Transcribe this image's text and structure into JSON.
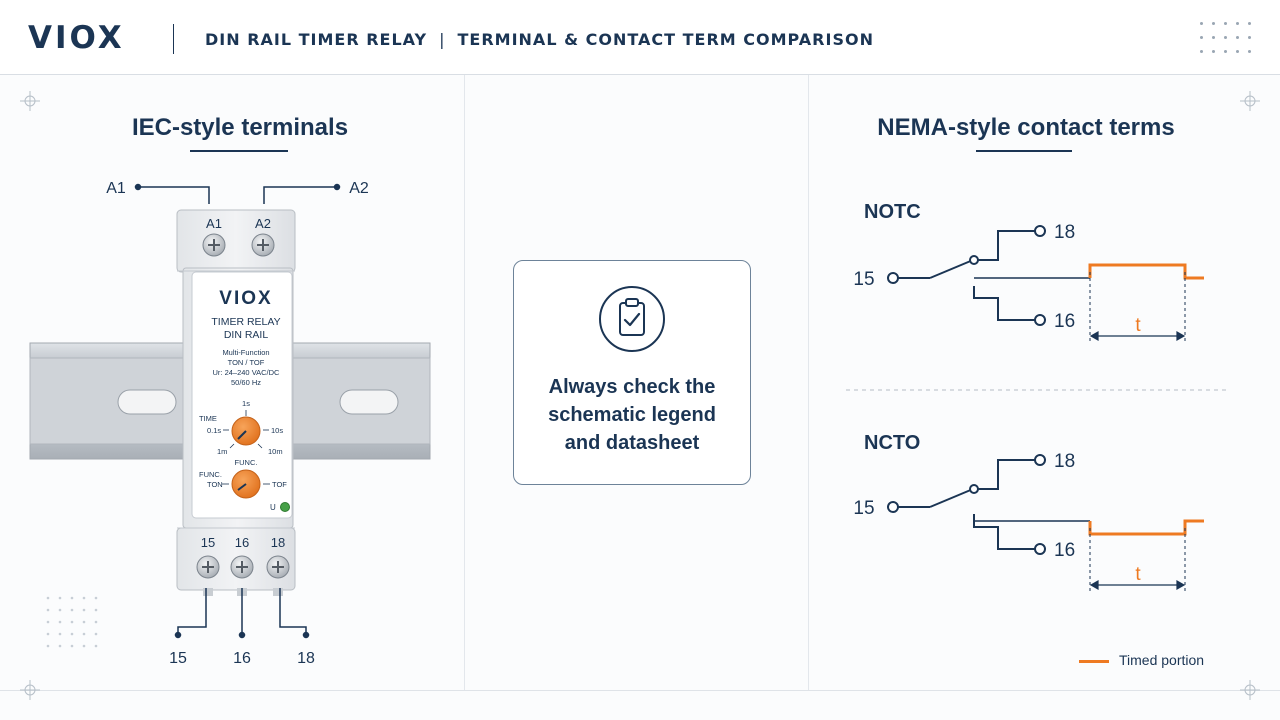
{
  "header": {
    "logo": "VIOX",
    "title_part1": "DIN RAIL TIMER RELAY",
    "separator": "|",
    "title_part2": "TERMINAL & CONTACT TERM COMPARISON"
  },
  "left": {
    "title": "IEC-style terminals",
    "top_terminals": [
      "A1",
      "A2"
    ],
    "bottom_terminals": [
      "15",
      "16",
      "18"
    ],
    "device": {
      "logo": "VIOX",
      "line1": "TIMER RELAY",
      "line2": "DIN RAIL",
      "spec1": "Multi-Function",
      "spec2": "TON / TOF",
      "spec3": "Ur: 24–240 VAC/DC",
      "spec4": "50/60 Hz",
      "time_label": "TIME",
      "time_1s": "1s",
      "time_01s": "0.1s",
      "time_10s": "10s",
      "time_1m": "1m",
      "time_10m": "10m",
      "func_label": "FUNC.",
      "func_label2": "FUNC.",
      "func_ton": "TON",
      "func_tof": "TOF",
      "u_label": "U"
    }
  },
  "middle": {
    "callout_line1": "Always check the",
    "callout_line2": "schematic legend",
    "callout_line3": "and datasheet",
    "icon": "clipboard-check-icon"
  },
  "right": {
    "title": "NEMA-style contact terms",
    "diagrams": [
      {
        "name": "NOTC",
        "common": "15",
        "no": "18",
        "nc": "16",
        "t_label": "t",
        "timed": "rise"
      },
      {
        "name": "NCTO",
        "common": "15",
        "no": "18",
        "nc": "16",
        "t_label": "t",
        "timed": "drop"
      }
    ],
    "legend_label": "Timed portion"
  },
  "colors": {
    "navy": "#1b3554",
    "orange": "#ee7a22",
    "rail": "#c7ccd2",
    "housing": "#eceef0"
  }
}
